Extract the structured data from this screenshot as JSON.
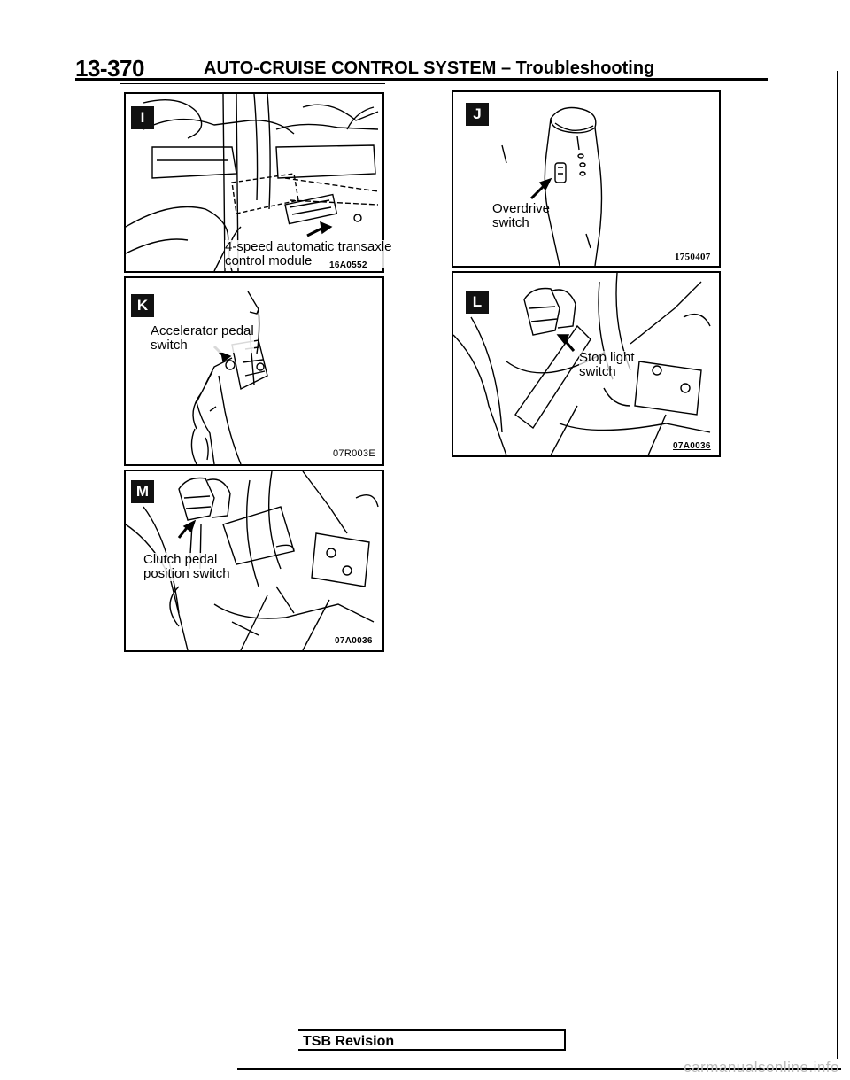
{
  "header": {
    "page_number": "13-370",
    "section_title": "AUTO-CRUISE CONTROL SYSTEM – Troubleshooting"
  },
  "figures": {
    "I": {
      "badge": "I",
      "label_line1": "4-speed automatic transaxle",
      "label_line2": "control module",
      "code": "16A0552"
    },
    "J": {
      "badge": "J",
      "label_line1": "Overdrive",
      "label_line2": "switch",
      "code": "1750407"
    },
    "K": {
      "badge": "K",
      "label_line1": "Accelerator pedal",
      "label_line2": "switch",
      "code": "07R003E"
    },
    "L": {
      "badge": "L",
      "label_line1": "Stop light",
      "label_line2": "switch",
      "code": "07A0036"
    },
    "M": {
      "badge": "M",
      "label_line1": "Clutch pedal",
      "label_line2": "position switch",
      "code": "07A0036"
    }
  },
  "footer": {
    "revision_label": "TSB Revision"
  },
  "watermark": "carmanualsonline.info"
}
